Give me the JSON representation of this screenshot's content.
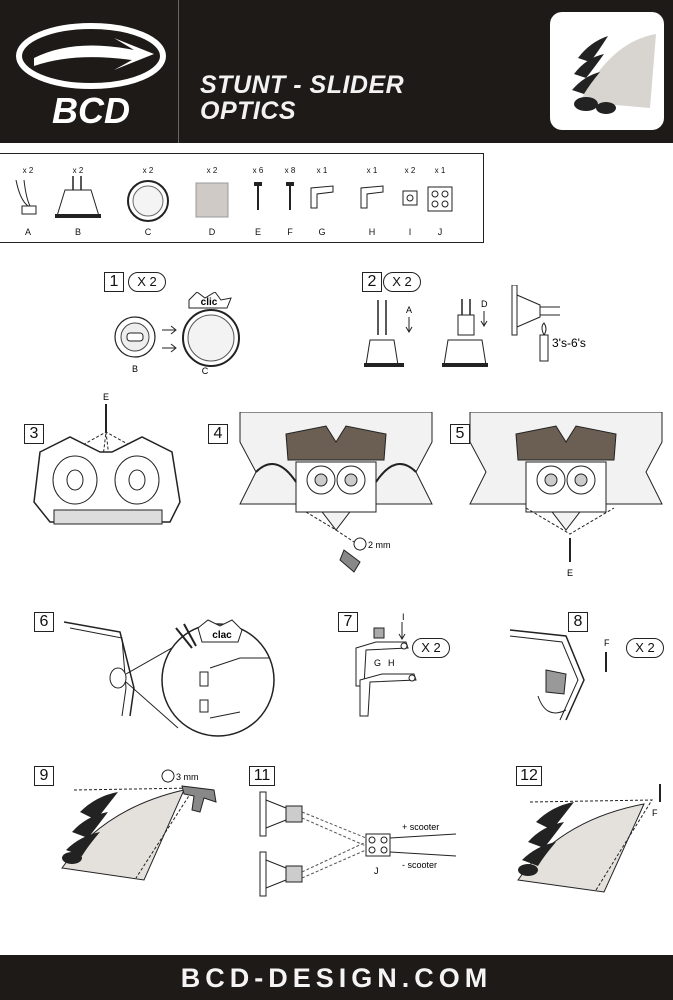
{
  "header": {
    "brand": "BCD",
    "title_line1": "STUNT - SLIDER",
    "title_line2": "OPTICS"
  },
  "parts": [
    {
      "qty": "x 2",
      "label": "A",
      "icon": "wire-connector-icon"
    },
    {
      "qty": "x 2",
      "label": "B",
      "icon": "halogen-bulb-icon"
    },
    {
      "qty": "x 2",
      "label": "C",
      "icon": "bulb-holder-ring-icon"
    },
    {
      "qty": "x 2",
      "label": "D",
      "icon": "adhesive-pad-icon"
    },
    {
      "qty": "x 6",
      "label": "E",
      "icon": "screw-icon"
    },
    {
      "qty": "x 8",
      "label": "F",
      "icon": "screw-icon"
    },
    {
      "qty": "x 1",
      "label": "G",
      "icon": "bracket-icon"
    },
    {
      "qty": "x 1",
      "label": "H",
      "icon": "bracket-icon"
    },
    {
      "qty": "x 2",
      "label": "I",
      "icon": "nut-icon"
    },
    {
      "qty": "x 1",
      "label": "J",
      "icon": "terminal-block-icon"
    }
  ],
  "steps": {
    "s1": {
      "num": "1",
      "mult": "X 2",
      "clic": "clic",
      "label_b": "B",
      "label_c": "C"
    },
    "s2": {
      "num": "2",
      "mult": "X 2",
      "label_a": "A",
      "label_d": "D",
      "time": "3's-6's"
    },
    "s3": {
      "num": "3",
      "label_e": "E"
    },
    "s4": {
      "num": "4",
      "drill": "2 mm"
    },
    "s5": {
      "num": "5",
      "label_e": "E"
    },
    "s6": {
      "num": "6",
      "clac": "clac"
    },
    "s7": {
      "num": "7",
      "mult": "X 2",
      "label_g": "G",
      "label_h": "H",
      "label_i": "I"
    },
    "s8": {
      "num": "8",
      "mult": "X 2",
      "label_f": "F"
    },
    "s9": {
      "num": "9",
      "drill": "3 mm"
    },
    "s11": {
      "num": "11",
      "plus": "+ scooter",
      "minus": "- scooter",
      "label_j": "J"
    },
    "s12": {
      "num": "12",
      "label_f": "F"
    }
  },
  "footer": {
    "url": "BCD-DESIGN.COM"
  }
}
